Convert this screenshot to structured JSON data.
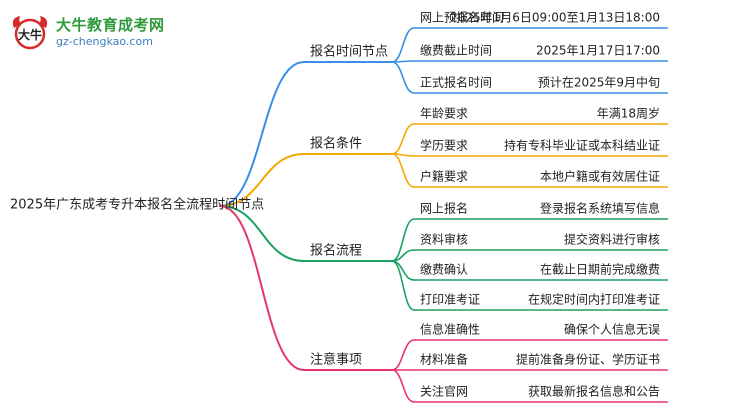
{
  "logo": {
    "badge_text": "大牛",
    "title": "大牛教育成考网",
    "url": "gz-chengkao.com"
  },
  "root": {
    "label": "2025年广东成考专升本报名全流程时间节点"
  },
  "branches": [
    {
      "id": "time",
      "label": "报名时间节点",
      "color": "#3a8ee6",
      "children": [
        {
          "label": "网上预报名时间",
          "value": "2025年1月6日09:00至1月13日18:00"
        },
        {
          "label": "缴费截止时间",
          "value": "2025年1月17日17:00"
        },
        {
          "label": "正式报名时间",
          "value": "预计在2025年9月中旬"
        }
      ]
    },
    {
      "id": "condition",
      "label": "报名条件",
      "color": "#f2a900",
      "children": [
        {
          "label": "年龄要求",
          "value": "年满18周岁"
        },
        {
          "label": "学历要求",
          "value": "持有专科毕业证或本科结业证"
        },
        {
          "label": "户籍要求",
          "value": "本地户籍或有效居住证"
        }
      ]
    },
    {
      "id": "process",
      "label": "报名流程",
      "color": "#1aa260",
      "children": [
        {
          "label": "网上报名",
          "value": "登录报名系统填写信息"
        },
        {
          "label": "资料审核",
          "value": "提交资料进行审核"
        },
        {
          "label": "缴费确认",
          "value": "在截止日期前完成缴费"
        },
        {
          "label": "打印准考证",
          "value": "在规定时间内打印准考证"
        }
      ]
    },
    {
      "id": "notice",
      "label": "注意事项",
      "color": "#e8336d",
      "children": [
        {
          "label": "信息准确性",
          "value": "确保个人信息无误"
        },
        {
          "label": "材料准备",
          "value": "提前准备身份证、学历证书"
        },
        {
          "label": "关注官网",
          "value": "获取最新报名信息和公告"
        }
      ]
    }
  ]
}
